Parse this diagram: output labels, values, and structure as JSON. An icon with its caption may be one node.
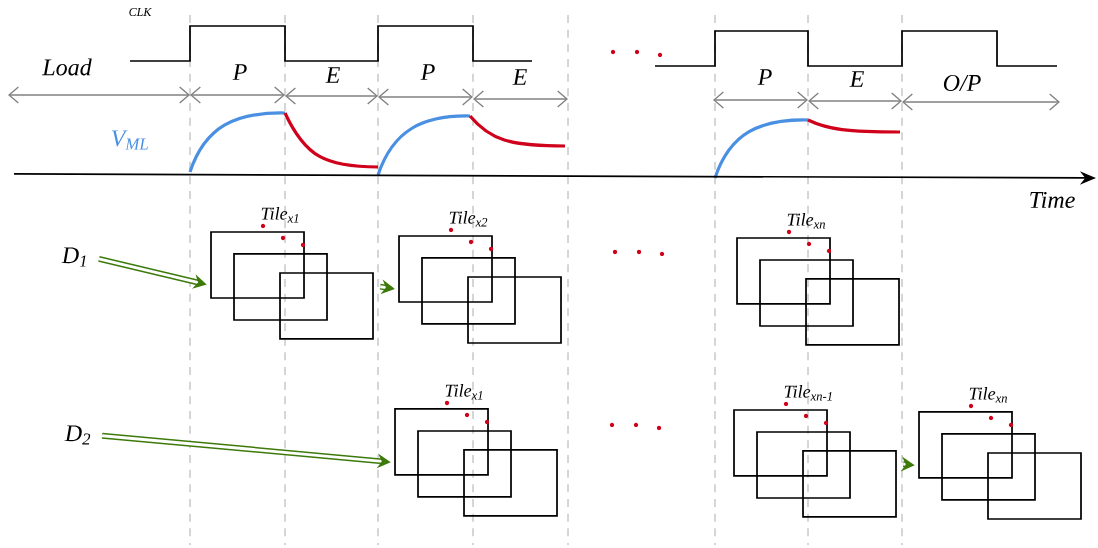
{
  "diagram": {
    "nodes": [
      {
        "text": [
          "D$_{1}$"
        ]
      },
      {
        "text": [
          "Tile$_{x1}$"
        ]
      },
      {
        "text": [
          "Tile$_{x2}$"
        ]
      },
      {
        "text": [
          "Tile$_{xn}$"
        ]
      },
      {
        "text": [
          "D$_{2}$"
        ]
      },
      {
        "text": [
          "Tile$_{x1}$"
        ]
      },
      {
        "text": [
          "Tile$_{xn-1}$"
        ]
      },
      {
        "text": [
          "Tile$_{xn}$"
        ]
      }
    ],
    "edges": [
      {
        "from": 0,
        "to": 1,
        "arrow": "to"
      },
      {
        "from": 1,
        "to": 2,
        "arrow": "to"
      },
      {
        "from": 4,
        "to": 5,
        "arrow": "to"
      },
      {
        "from": 6,
        "to": 7,
        "arrow": "to"
      }
    ],
    "labels": [
      "CLK",
      "Load",
      "P",
      "E",
      "P",
      "E",
      "P",
      "E",
      "O/P",
      "V$_{ML}$",
      "Time"
    ]
  }
}
